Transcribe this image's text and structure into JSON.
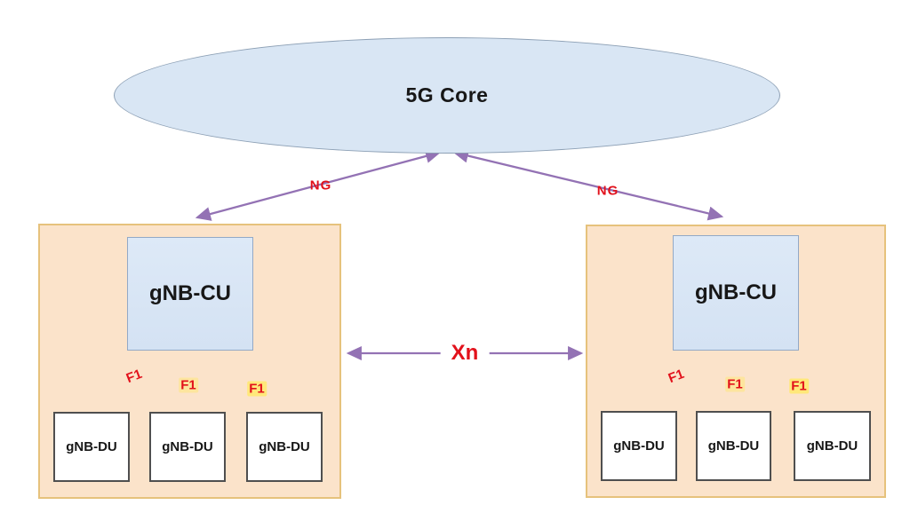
{
  "core": {
    "label": "5G Core"
  },
  "links": {
    "ng_left": "NG",
    "ng_right": "NG",
    "xn": "Xn"
  },
  "sites": [
    {
      "name": "left",
      "cu_label": "gNB-CU",
      "f1_labels": [
        "F1",
        "F1",
        "F1"
      ],
      "du_labels": [
        "gNB-DU",
        "gNB-DU",
        "gNB-DU"
      ]
    },
    {
      "name": "right",
      "cu_label": "gNB-CU",
      "f1_labels": [
        "F1",
        "F1",
        "F1"
      ],
      "du_labels": [
        "gNB-DU",
        "gNB-DU",
        "gNB-DU"
      ]
    }
  ],
  "colors": {
    "core_fill": "#d9e6f4",
    "core_border": "#8da0b5",
    "site_fill": "#fbe3ca",
    "site_border": "#e6c27c",
    "cu_fill": "#d6e3f4",
    "cu_border": "#93a9c6",
    "du_fill": "#ffffff",
    "du_border": "#4f4f4f",
    "purple_arrow": "#9372b4",
    "black_arrow": "#1b1b1b",
    "label_red": "#e2111b",
    "f1_highlight": "#ffe87a"
  }
}
